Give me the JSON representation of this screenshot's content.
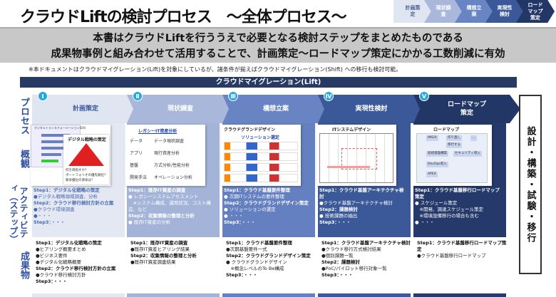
{
  "title": "クラウドLiftの検討プロセス　～全体プロセス～",
  "breadcrumb": [
    {
      "label": "計画策定",
      "bg": "#dfe5f1",
      "fg": "#4a5f95"
    },
    {
      "label": "現状調査",
      "bg": "#a9b8da",
      "fg": "#fff"
    },
    {
      "label": "構想立案",
      "bg": "#6884c2",
      "fg": "#fff"
    },
    {
      "label": "実現性検討",
      "bg": "#3b5898",
      "fg": "#fff"
    },
    {
      "label": "ロードマップ策定",
      "bg": "#233767",
      "fg": "#fff"
    }
  ],
  "summary": {
    "line1": "本書はクラウドLiftを行ううえで必要となる検討ステップをまとめたものである",
    "line2": "成果物事例と組み合わせて活用することで、計画策定～ロードマップ策定にかかる工数削減に有効"
  },
  "note": "※本ドキュメントはクラウドマイグレーション(Lift)を対象にしているが、諸条件が揃えばクラウドマイグレーション(Shift) への移行も検討可能。",
  "lift_bar": "クラウドマイグレーション(Lift)",
  "row_labels": {
    "process": "プロセス",
    "overview": "概観",
    "activity": "アクティビティ（ステップ）",
    "deliverables": "成果物"
  },
  "right_box": "設計・構築・試験・移行",
  "phases": [
    {
      "num": "Ⅰ",
      "name": "計画策定",
      "header_bg": "#dfe5f1",
      "header_fg": "#3b5898",
      "panel_bg": "#e3e8f3",
      "text_fg": "#4a6ab0",
      "image": {
        "title": "デジタル戦略の策定",
        "subtitle": "デジタルトランスフォーメーション(DX)",
        "q": [
          "何を目指すか？",
          "ポートフォリオの優先順位？",
          "競争優位の源泉は？"
        ]
      },
      "activity": [
        {
          "t": "s",
          "v": "Step1：デジタル化戦略の策定"
        },
        {
          "t": "b",
          "v": "●デジタル戦略領域調査、分析"
        },
        {
          "t": "s",
          "v": "Step2：クラウド移行検討方針の立案"
        },
        {
          "t": "b",
          "v": "●クラウド環境調査"
        },
        {
          "t": "b",
          "v": "●・・・"
        },
        {
          "t": "s",
          "v": "Step3：・・・"
        }
      ],
      "deliverables": [
        {
          "t": "s",
          "v": "Step1：デジタル化戦略の策定"
        },
        {
          "t": "b",
          "v": "●ヒアリング概要まとめ"
        },
        {
          "t": "b",
          "v": "●ビジネス要件"
        },
        {
          "t": "b",
          "v": "●デジタル化戦略概要"
        },
        {
          "t": "s",
          "v": "Step2：クラウド移行検討方針の立案"
        },
        {
          "t": "b",
          "v": "●クラウド移行検討方針"
        },
        {
          "t": "s",
          "v": "Step3：・・・"
        }
      ]
    },
    {
      "num": "Ⅱ",
      "name": "現状調査",
      "header_bg": "#a9b8da",
      "header_fg": "#fff",
      "panel_bg": "#a4b4d8",
      "text_fg": "#fff",
      "image": {
        "title": "レガシーIT資産分析",
        "rows": [
          [
            "データ",
            "データ現状調査"
          ],
          [
            "アプリ",
            "現行資産分析"
          ],
          [
            "基盤",
            "方式分析/性能分析"
          ],
          [
            "開発手法",
            "オペレーション分析"
          ]
        ]
      },
      "activity": [
        {
          "t": "s",
          "v": "Step1：既存IT資産の調査"
        },
        {
          "t": "b",
          "v": "● レガシーシステムアセスメント"
        },
        {
          "t": "b",
          "v": "　※システム構成、運用状況、コスト構造、など"
        },
        {
          "t": "s",
          "v": "Step2：収集情報の整理と分析"
        },
        {
          "t": "b",
          "v": "● 既存IT資産の分析"
        }
      ],
      "deliverables": [
        {
          "t": "s",
          "v": "Step1：既存IT資産の調査"
        },
        {
          "t": "b",
          "v": "●既存IT資産ヒアリング結果"
        },
        {
          "t": "s",
          "v": "Step2：収集情報の整理と分析"
        },
        {
          "t": "b",
          "v": "●既存IT資産調査結果"
        }
      ]
    },
    {
      "num": "Ⅲ",
      "name": "構想立案",
      "header_bg": "#6884c2",
      "header_fg": "#fff",
      "panel_bg": "#6580c0",
      "text_fg": "#fff",
      "image": {
        "title": "クラウドグランドデザイン",
        "subtitle": "ソリューション選定"
      },
      "activity": [
        {
          "t": "s",
          "v": "Step1：クラウド基盤要件整理"
        },
        {
          "t": "b",
          "v": "● 次期ITシステムの要件整理"
        },
        {
          "t": "s",
          "v": "Step2：クラウドグランドデザイン策定"
        },
        {
          "t": "b",
          "v": "● ソリューションの選定"
        },
        {
          "t": "b",
          "v": "● ・・・"
        },
        {
          "t": "s",
          "v": "Step3：・・・"
        }
      ],
      "deliverables": [
        {
          "t": "s",
          "v": "Step1：クラウド基盤要件整理"
        },
        {
          "t": "b",
          "v": "●次期基盤要件一式"
        },
        {
          "t": "s",
          "v": "Step2：クラウドグランドデザイン策定"
        },
        {
          "t": "b",
          "v": "● クラウドグランドデザイン"
        },
        {
          "t": "b",
          "v": "　※概念レベルのTo Be構成"
        },
        {
          "t": "s",
          "v": "Step3：・・・"
        }
      ]
    },
    {
      "num": "Ⅳ",
      "name": "実現性検討",
      "header_bg": "#3b5898",
      "header_fg": "#fff",
      "panel_bg": "#3b5898",
      "text_fg": "#fff",
      "image": {
        "title": "ITシステムデザイン"
      },
      "activity": [
        {
          "t": "s",
          "v": "Step1：クラウド基盤アーキテクチャ検討"
        },
        {
          "t": "b",
          "v": "●クラウド基盤アーキテクチャ検討"
        },
        {
          "t": "s",
          "v": "Step2：課題検討"
        },
        {
          "t": "b",
          "v": "● 技術課題の抽出"
        },
        {
          "t": "s",
          "v": "Step3：・・・"
        }
      ],
      "deliverables": [
        {
          "t": "s",
          "v": "Step1：クラウド基盤アーキテクチャ検討"
        },
        {
          "t": "b",
          "v": "●クラウド移行方式検討結果"
        },
        {
          "t": "b",
          "v": "●個別課題一覧"
        },
        {
          "t": "s",
          "v": "Step2：課題検討"
        },
        {
          "t": "b",
          "v": "●PoC/パイロット移行対象一覧"
        },
        {
          "t": "s",
          "v": "Step3：・・・"
        }
      ]
    },
    {
      "num": "Ⅴ",
      "name": "ロードマップ策定",
      "header_bg": "#233767",
      "header_fg": "#fff",
      "panel_bg": "#25396a",
      "text_fg": "#fff",
      "image": {
        "title": "ロードマップ",
        "items": [
          "IMS/X",
          "作り直し",
          "…",
          "移行する",
          "仮想基盤構築",
          "セキュリティ導入",
          "DevOps導入",
          "APEX"
        ]
      },
      "activity": [
        {
          "t": "s",
          "v": "Step1：クラウド基盤移行ロードマップ策定"
        },
        {
          "t": "b",
          "v": "● スケジュール策定"
        },
        {
          "t": "b",
          "v": "　※開発、調達スケジュール策定"
        },
        {
          "t": "b",
          "v": "　※環境設備移行の場合も含む"
        },
        {
          "t": "b",
          "v": "● ・・・"
        }
      ],
      "deliverables": [
        {
          "t": "s",
          "v": "Step1：クラウド基盤移行ロードマップ策定"
        },
        {
          "t": "b",
          "v": "●クラウド基盤移行ロードマップ"
        }
      ]
    }
  ]
}
